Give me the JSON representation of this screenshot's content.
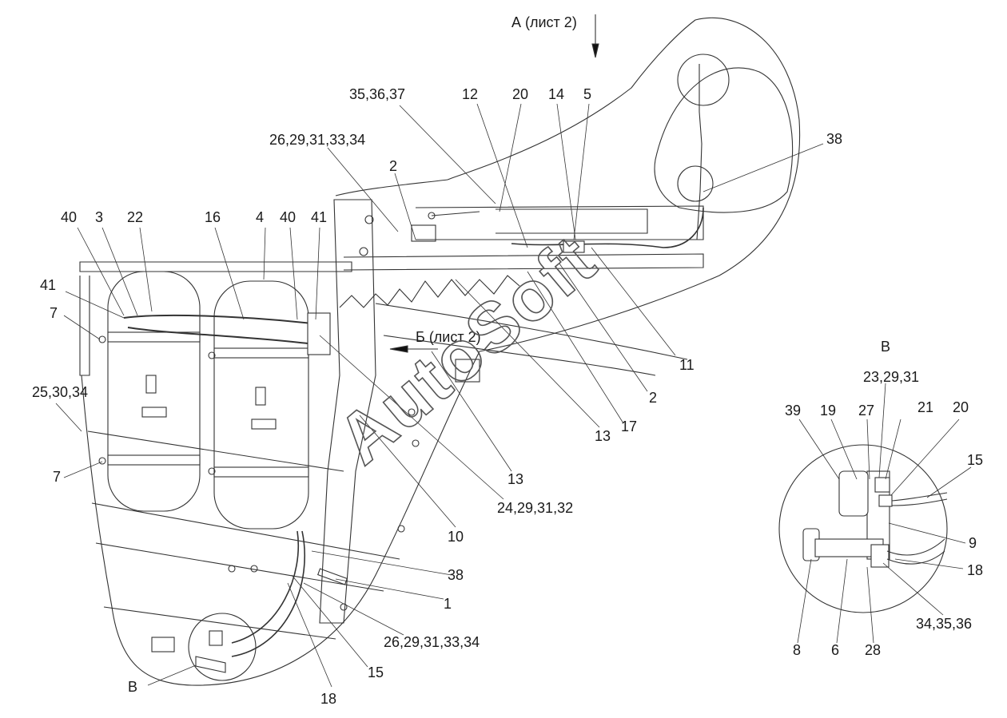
{
  "view_a": "А (лист 2)",
  "view_b": "Б (лист 2)",
  "detail_title": "В",
  "callout_v": "В",
  "watermark": "AutoSoft",
  "labels": {
    "l_35_36_37": "35,36,37",
    "l_12": "12",
    "l_20_top": "20",
    "l_14": "14",
    "l_5": "5",
    "l_38_top": "38",
    "l_26_top": "26,29,31,33,34",
    "l_2_top": "2",
    "l_40_left": "40",
    "l_3": "3",
    "l_22": "22",
    "l_16": "16",
    "l_4": "4",
    "l_40_mid": "40",
    "l_41_top": "41",
    "l_41_left": "41",
    "l_7_top": "7",
    "l_25": "25,30,34",
    "l_7_bot": "7",
    "l_11": "11",
    "l_2_mid": "2",
    "l_17": "17",
    "l_13_a": "13",
    "l_13_b": "13",
    "l_24": "24,29,31,32",
    "l_10": "10",
    "l_38_bot": "38",
    "l_1": "1",
    "l_26_bot": "26,29,31,33,34",
    "l_15_bot": "15",
    "l_18_bot": "18",
    "d_23": "23,29,31",
    "d_39": "39",
    "d_19": "19",
    "d_27": "27",
    "d_21": "21",
    "d_20": "20",
    "d_15": "15",
    "d_9": "9",
    "d_18": "18",
    "d_34": "34,35,36",
    "d_8": "8",
    "d_6": "6",
    "d_28": "28"
  }
}
